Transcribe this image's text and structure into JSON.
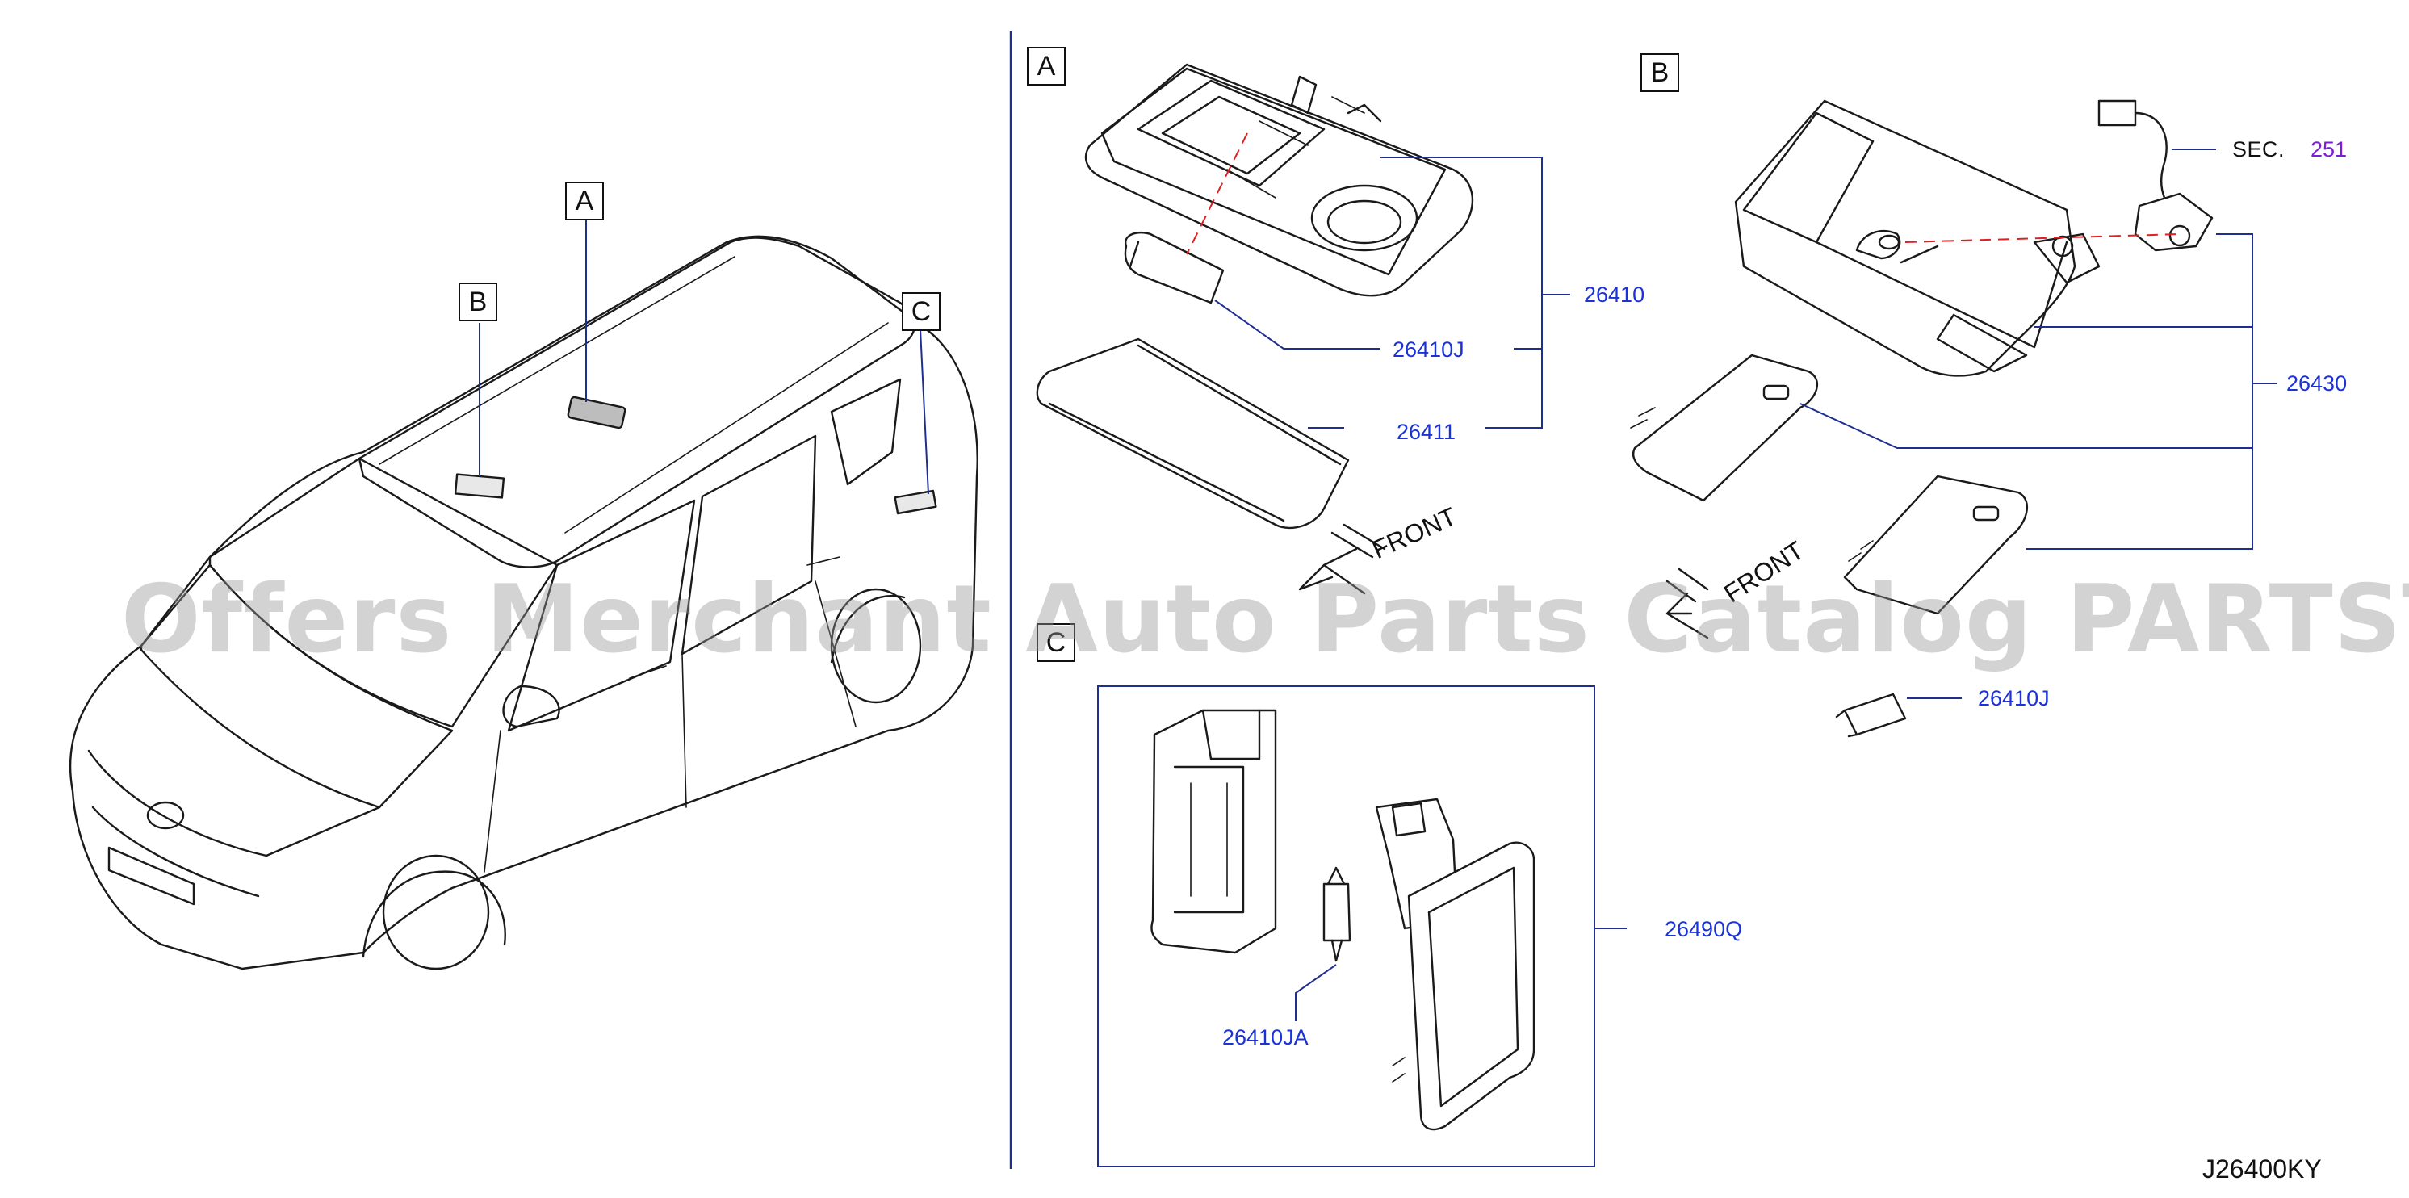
{
  "diagram": {
    "view_labels": {
      "a": "A",
      "b": "B",
      "c": "C"
    },
    "parts": {
      "p26410": "26410",
      "p26410j_a": "26410J",
      "p26411": "26411",
      "p26430": "26430",
      "p26410j_b": "26410J",
      "p26490q": "26490Q",
      "p26410ja": "26410JA"
    },
    "section_ref": {
      "prefix": "SEC.",
      "number": "251"
    },
    "front_label": "FRONT",
    "drawing_code": "J26400KY",
    "watermark": "Offers Merchant Auto Parts Catalog PARTSTORE.SA",
    "colors": {
      "part_number": "#1a32d6",
      "section_number": "#7a1fd6",
      "dashed_guide": "#e02020",
      "leader": "#1f2f8f"
    }
  }
}
